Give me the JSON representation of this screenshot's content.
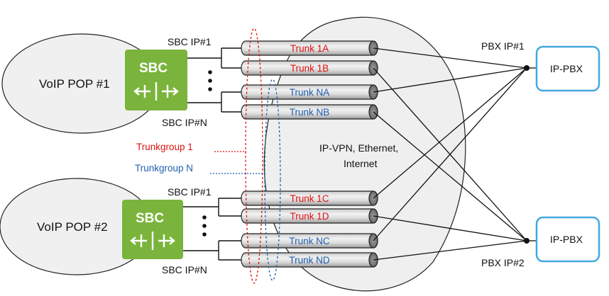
{
  "colors": {
    "trunkgroup_1": "#e01010",
    "trunkgroup_n": "#1f5fb0",
    "sbc_green": "#7ab43c",
    "pbx_border": "#45a8e0",
    "cloud_fill": "#efefef",
    "pop_fill": "#f0f0f0"
  },
  "pops": [
    {
      "label": "VoIP POP #1",
      "sbc_label": "SBC",
      "ip_top": "SBC IP#1",
      "ip_bottom": "SBC IP#N"
    },
    {
      "label": "VoIP POP #2",
      "sbc_label": "SBC",
      "ip_top": "SBC IP#1",
      "ip_bottom": "SBC IP#N"
    }
  ],
  "trunks": [
    {
      "label": "Trunk 1A",
      "group": "1"
    },
    {
      "label": "Trunk 1B",
      "group": "1"
    },
    {
      "label": "Trunk NA",
      "group": "N"
    },
    {
      "label": "Trunk NB",
      "group": "N"
    },
    {
      "label": "Trunk 1C",
      "group": "1"
    },
    {
      "label": "Trunk 1D",
      "group": "1"
    },
    {
      "label": "Trunk NC",
      "group": "N"
    },
    {
      "label": "Trunk ND",
      "group": "N"
    }
  ],
  "trunkgroups": [
    {
      "label": "Trunkgroup 1"
    },
    {
      "label": "Trunkgroup N"
    }
  ],
  "network": {
    "line1": "IP-VPN, Ethernet,",
    "line2": "Internet"
  },
  "pbx": [
    {
      "label": "IP-PBX",
      "ip": "PBX IP#1"
    },
    {
      "label": "IP-PBX",
      "ip": "PBX IP#2"
    }
  ],
  "icons": [
    "ellipsis-dots-icon",
    "sbc-arrows-icon"
  ]
}
